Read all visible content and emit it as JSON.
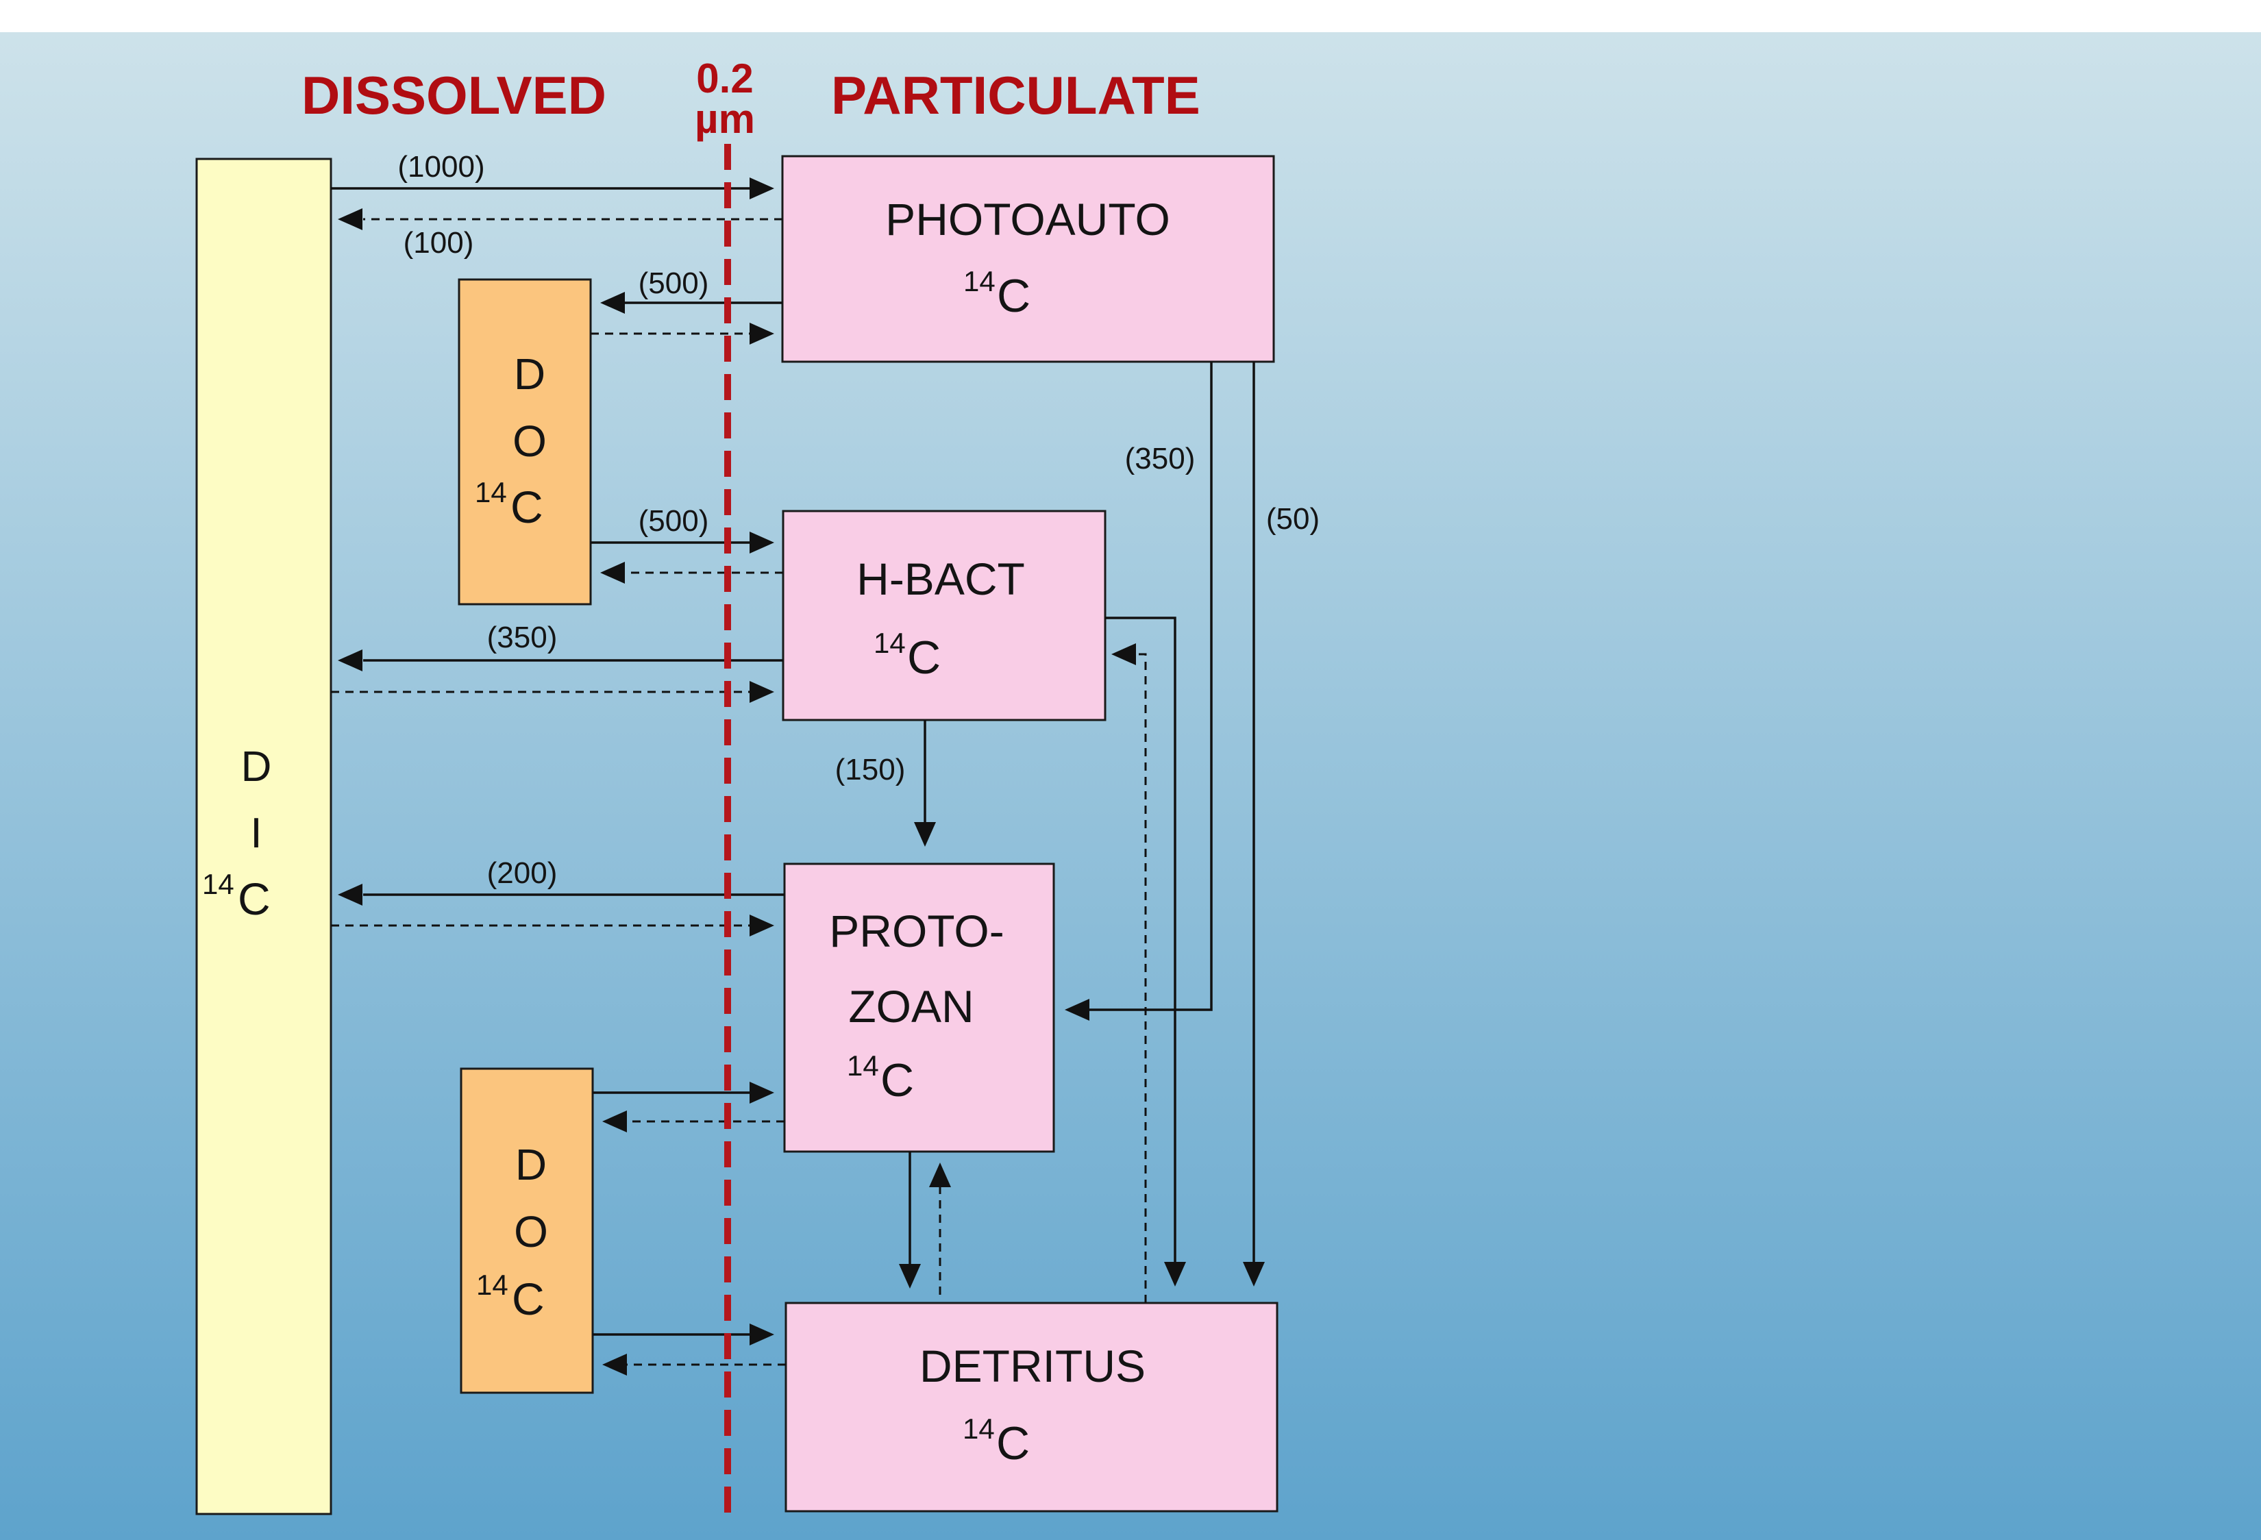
{
  "headers": {
    "dissolved": "DISSOLVED",
    "filter_size": "0.2",
    "filter_unit": "µm",
    "particulate": "PARTICULATE"
  },
  "pools": {
    "dic": {
      "letters": [
        "D",
        "I"
      ],
      "isotope": "14",
      "element": "C"
    },
    "doc_upper": {
      "letters": [
        "D",
        "O"
      ],
      "isotope": "14",
      "element": "C"
    },
    "doc_lower": {
      "letters": [
        "D",
        "O"
      ],
      "isotope": "14",
      "element": "C"
    },
    "photoauto": {
      "name": "PHOTOAUTO",
      "isotope": "14",
      "element": "C"
    },
    "hbact": {
      "name": "H-BACT",
      "isotope": "14",
      "element": "C"
    },
    "protozoan": {
      "name_line1": "PROTO-",
      "name_line2": "ZOAN",
      "isotope": "14",
      "element": "C"
    },
    "detritus": {
      "name": "DETRITUS",
      "isotope": "14",
      "element": "C"
    }
  },
  "flows": {
    "dic_to_photoauto": "(1000)",
    "photoauto_to_dic": "(100)",
    "photoauto_to_doc": "(500)",
    "doc_to_hbact": "(500)",
    "hbact_to_dic": "(350)",
    "photoauto_to_protozoan": "(350)",
    "photoauto_to_detritus": "(50)",
    "hbact_to_protozoan": "(150)",
    "protozoan_to_dic": "(200)"
  },
  "colors": {
    "background_top": "#cde2ea",
    "background_bottom": "#5ea3cc",
    "header_red": "#b00d12",
    "filter_line": "#b5161c",
    "dic_fill": "#fdfcc4",
    "doc_fill": "#fbc57e",
    "particulate_fill": "#f9cde6"
  }
}
